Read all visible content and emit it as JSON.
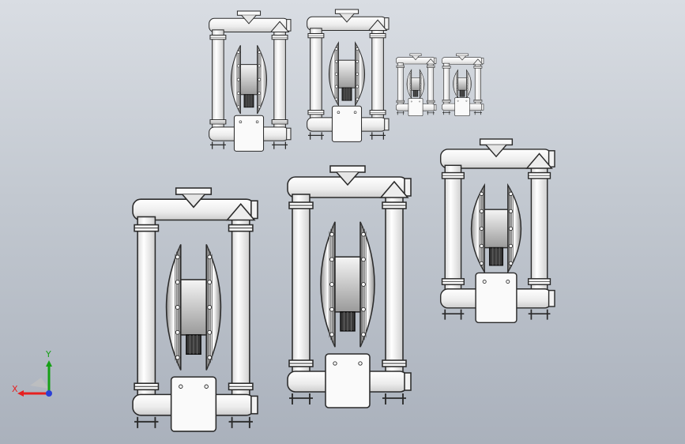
{
  "viewport": {
    "background_top": "#d9dde3",
    "background_bottom": "#aab1bc"
  },
  "colors": {
    "part_fill": "#f4f4f4",
    "part_shadow": "#c9c9c9",
    "edge": "#2a2a2a",
    "dark_hub": "#3a3a3a"
  },
  "triad": {
    "x_label": "X",
    "y_label": "Y",
    "x_color": "#e62020",
    "y_color": "#16a016",
    "z_color": "#2b3fd6"
  },
  "pumps": [
    {
      "id": "pump-small-1",
      "size": "medium"
    },
    {
      "id": "pump-small-2",
      "size": "medium"
    },
    {
      "id": "pump-mini-1",
      "size": "mini"
    },
    {
      "id": "pump-mini-2",
      "size": "mini"
    },
    {
      "id": "pump-large-1",
      "size": "large"
    },
    {
      "id": "pump-large-2",
      "size": "large"
    },
    {
      "id": "pump-medium-3",
      "size": "medium"
    }
  ]
}
